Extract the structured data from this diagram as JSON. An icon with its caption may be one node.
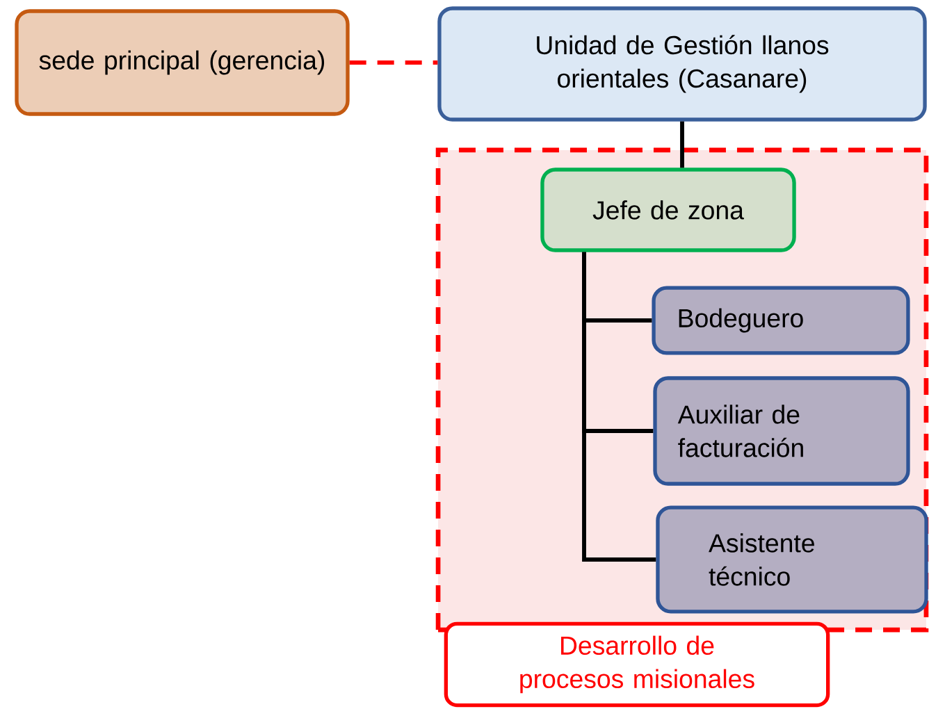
{
  "diagram": {
    "nodes": [
      {
        "text": [
          "sede principal (gerencia)"
        ]
      },
      {
        "text": [
          "Unidad de Gestión llanos orientales (Casanare)"
        ]
      },
      {
        "text": [
          "Desarrollo de procesos misionales"
        ]
      },
      {
        "text": [
          "Jefe de zona"
        ],
        "in": 2
      },
      {
        "text": [
          "Bodeguero"
        ],
        "in": 2
      },
      {
        "text": [
          "Auxiliar de facturación"
        ],
        "in": 2
      },
      {
        "text": [
          "Asistente técnico"
        ],
        "in": 2
      }
    ],
    "edges": [
      {
        "from": 0,
        "to": 1,
        "arrow": "none",
        "style": "dashed",
        "color": "#ff0000"
      },
      {
        "from": 1,
        "to": 3,
        "arrow": "none"
      },
      {
        "from": 3,
        "to": 4,
        "arrow": "none"
      },
      {
        "from": 3,
        "to": 5,
        "arrow": "none"
      },
      {
        "from": 3,
        "to": 6,
        "arrow": "none"
      }
    ]
  }
}
